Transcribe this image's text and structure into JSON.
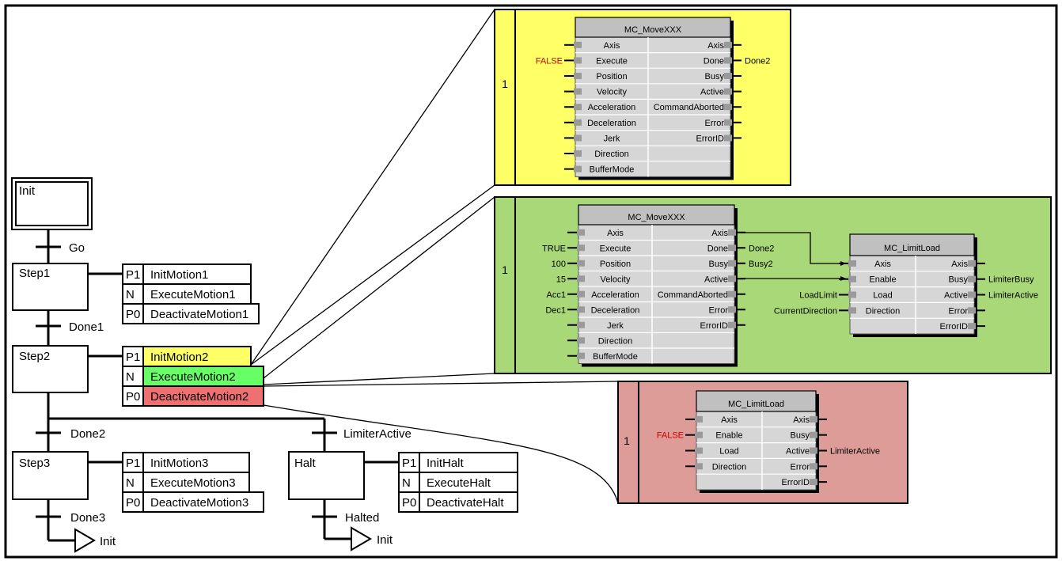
{
  "sfc": {
    "steps": {
      "init": "Init",
      "step1": "Step1",
      "step2": "Step2",
      "step3": "Step3",
      "halt": "Halt"
    },
    "transitions": {
      "go": "Go",
      "done1": "Done1",
      "done2": "Done2",
      "limiter_active": "LimiterActive",
      "done3": "Done3",
      "halted": "Halted"
    },
    "jumps": {
      "init_a": "Init",
      "init_b": "Init"
    },
    "actions": {
      "step1": [
        {
          "q": "P1",
          "name": "InitMotion1"
        },
        {
          "q": "N",
          "name": "ExecuteMotion1"
        },
        {
          "q": "P0",
          "name": "DeactivateMotion1"
        }
      ],
      "step2": [
        {
          "q": "P1",
          "name": "InitMotion2",
          "color": "#ffff66"
        },
        {
          "q": "N",
          "name": "ExecuteMotion2",
          "color": "#66ff66"
        },
        {
          "q": "P0",
          "name": "DeactivateMotion2",
          "color": "#ee7070"
        }
      ],
      "step3": [
        {
          "q": "P1",
          "name": "InitMotion3"
        },
        {
          "q": "N",
          "name": "ExecuteMotion3"
        },
        {
          "q": "P0",
          "name": "DeactivateMotion3"
        }
      ],
      "halt": [
        {
          "q": "P1",
          "name": "InitHalt"
        },
        {
          "q": "N",
          "name": "ExecuteHalt"
        },
        {
          "q": "P0",
          "name": "DeactivateHalt"
        }
      ]
    }
  },
  "panels": {
    "colors": {
      "yellow": "#ffff66",
      "green": "#a8d878",
      "red": "#dd9c98",
      "header": "#c0c0c0",
      "body": "#d6d6d6",
      "false_color": "#cc0000"
    },
    "yellow": {
      "rung": "1",
      "fb": {
        "title": "MC_MoveXXX",
        "inputs": [
          "Axis",
          "Execute",
          "Position",
          "Velocity",
          "Acceleration",
          "Deceleration",
          "Jerk",
          "Direction",
          "BufferMode"
        ],
        "outputs": [
          "Axis",
          "Done",
          "Busy",
          "Active",
          "CommandAborted",
          "Error",
          "ErrorID"
        ],
        "in_values": [
          "",
          "FALSE",
          "",
          "",
          "",
          "",
          "",
          "",
          ""
        ],
        "out_values": [
          "",
          "Done2",
          "",
          "",
          "",
          "",
          ""
        ]
      }
    },
    "green": {
      "rung": "1",
      "fb": {
        "title": "MC_MoveXXX",
        "inputs": [
          "Axis",
          "Execute",
          "Position",
          "Velocity",
          "Acceleration",
          "Deceleration",
          "Jerk",
          "Direction",
          "BufferMode"
        ],
        "outputs": [
          "Axis",
          "Done",
          "Busy",
          "Active",
          "CommandAborted",
          "Error",
          "ErrorID"
        ],
        "in_values": [
          "",
          "TRUE",
          "100",
          "15",
          "Acc1",
          "Dec1",
          "",
          "",
          ""
        ],
        "out_values": [
          "",
          "Done2",
          "Busy2",
          "",
          "",
          "",
          ""
        ]
      },
      "fb2": {
        "title": "MC_LimitLoad",
        "inputs": [
          "Axis",
          "Enable",
          "Load",
          "Direction"
        ],
        "outputs": [
          "Axis",
          "Busy",
          "Active",
          "Error",
          "ErrorID"
        ],
        "in_values": [
          "",
          "",
          "LoadLimit",
          "CurrentDirection"
        ],
        "out_values": [
          "",
          "LimiterBusy",
          "LimiterActive",
          "",
          ""
        ]
      }
    },
    "red": {
      "rung": "1",
      "fb": {
        "title": "MC_LimitLoad",
        "inputs": [
          "Axis",
          "Enable",
          "Load",
          "Direction"
        ],
        "outputs": [
          "Axis",
          "Busy",
          "Active",
          "Error",
          "ErrorID"
        ],
        "in_values": [
          "",
          "FALSE",
          "",
          ""
        ],
        "out_values": [
          "",
          "",
          "LimiterActive",
          "",
          ""
        ]
      }
    }
  }
}
